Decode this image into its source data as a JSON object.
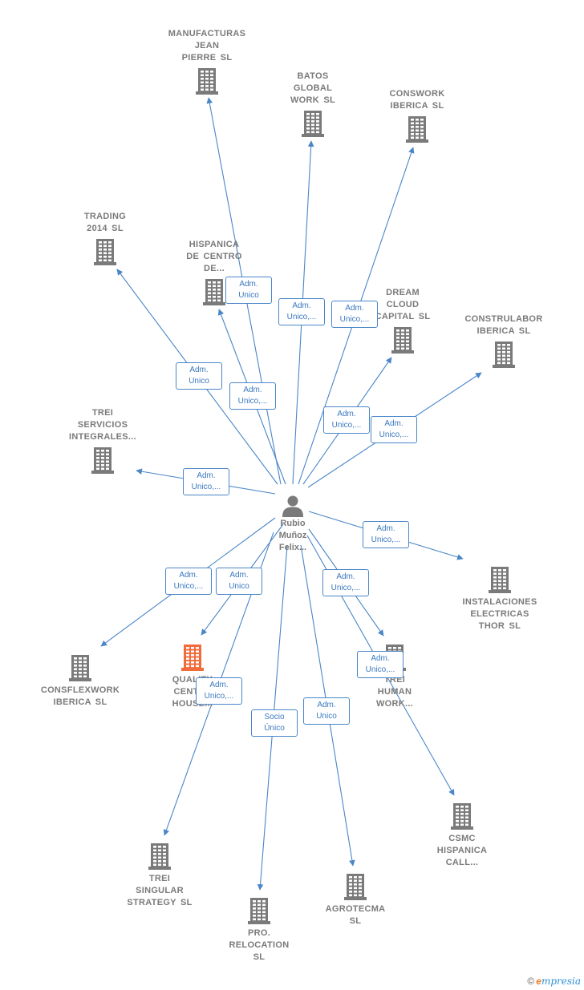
{
  "colors": {
    "edge": "#4a86c8",
    "building": "#7a7a7a",
    "highlight": "#f26b3a",
    "label": "#7a7a7a"
  },
  "center": {
    "lines": [
      "Rubio",
      "Muñoz",
      "Felix..."
    ],
    "icon": "person-icon"
  },
  "companies": [
    {
      "id": "manufacturas",
      "lines": [
        "MANUFACTURAS",
        "JEAN",
        "PIERRE SL"
      ],
      "highlight": false
    },
    {
      "id": "batos",
      "lines": [
        "BATOS",
        "GLOBAL",
        "WORK  SL"
      ],
      "highlight": false
    },
    {
      "id": "conswork",
      "lines": [
        "CONSWORK",
        "IBERICA  SL"
      ],
      "highlight": false
    },
    {
      "id": "trading",
      "lines": [
        "TRADING",
        "2014  SL"
      ],
      "highlight": false
    },
    {
      "id": "hispanica",
      "lines": [
        "HISPANICA",
        "DE CENTRO",
        "DE..."
      ],
      "highlight": false
    },
    {
      "id": "dream",
      "lines": [
        "DREAM",
        "CLOUD",
        "CAPITAL  SL"
      ],
      "highlight": false
    },
    {
      "id": "construlabor",
      "lines": [
        "CONSTRULABOR",
        "IBERICA  SL"
      ],
      "highlight": false
    },
    {
      "id": "trei-servicios",
      "lines": [
        "TREI",
        "SERVICIOS",
        "INTEGRALES..."
      ],
      "highlight": false
    },
    {
      "id": "instalaciones",
      "lines": [
        "INSTALACIONES",
        "ELECTRICAS",
        "THOR  SL"
      ],
      "highlight": false
    },
    {
      "id": "consflexwork",
      "lines": [
        "CONSFLEXWORK",
        "IBERICA  SL"
      ],
      "highlight": false
    },
    {
      "id": "quality",
      "lines": [
        "QUALITY",
        "CENTER",
        "HOUSE..."
      ],
      "highlight": true
    },
    {
      "id": "trei-human",
      "lines": [
        "TREI",
        "HUMAN",
        "WORK..."
      ],
      "highlight": false
    },
    {
      "id": "csmc",
      "lines": [
        "CSMC",
        "HISPANICA",
        "CALL..."
      ],
      "highlight": false
    },
    {
      "id": "trei-singular",
      "lines": [
        "TREI",
        "SINGULAR",
        "STRATEGY  SL"
      ],
      "highlight": false
    },
    {
      "id": "pro-relocation",
      "lines": [
        "PRO.",
        "RELOCATION",
        "SL"
      ],
      "highlight": false
    },
    {
      "id": "agrotecma",
      "lines": [
        "AGROTECMA",
        "SL"
      ],
      "highlight": false
    }
  ],
  "relations": [
    {
      "target": "manufacturas",
      "lines": [
        "Adm.",
        "Unico"
      ]
    },
    {
      "target": "batos",
      "lines": [
        "Adm.",
        "Unico,..."
      ]
    },
    {
      "target": "conswork",
      "lines": [
        "Adm.",
        "Unico,..."
      ]
    },
    {
      "target": "trading",
      "lines": [
        "Adm.",
        "Unico"
      ]
    },
    {
      "target": "hispanica",
      "lines": [
        "Adm.",
        "Unico,..."
      ]
    },
    {
      "target": "dream",
      "lines": [
        "Adm.",
        "Unico,..."
      ]
    },
    {
      "target": "construlabor",
      "lines": [
        "Adm.",
        "Unico,..."
      ]
    },
    {
      "target": "trei-servicios",
      "lines": [
        "Adm.",
        "Unico,..."
      ]
    },
    {
      "target": "instalaciones",
      "lines": [
        "Adm.",
        "Unico,..."
      ]
    },
    {
      "target": "consflexwork",
      "lines": [
        "Adm.",
        "Unico,..."
      ]
    },
    {
      "target": "quality",
      "lines": [
        "Adm.",
        "Unico"
      ]
    },
    {
      "target": "trei-human",
      "lines": [
        "Adm.",
        "Unico,..."
      ]
    },
    {
      "target": "csmc",
      "lines": [
        "Adm.",
        "Unico,..."
      ]
    },
    {
      "target": "trei-singular",
      "lines": [
        "Adm.",
        "Unico,..."
      ]
    },
    {
      "target": "pro-relocation",
      "lines": [
        "Socio",
        "Único"
      ]
    },
    {
      "target": "agrotecma",
      "lines": [
        "Adm.",
        "Unico"
      ]
    }
  ],
  "credit": {
    "symbol": "©",
    "brand_initial": "e",
    "brand_rest": "mpresia"
  }
}
